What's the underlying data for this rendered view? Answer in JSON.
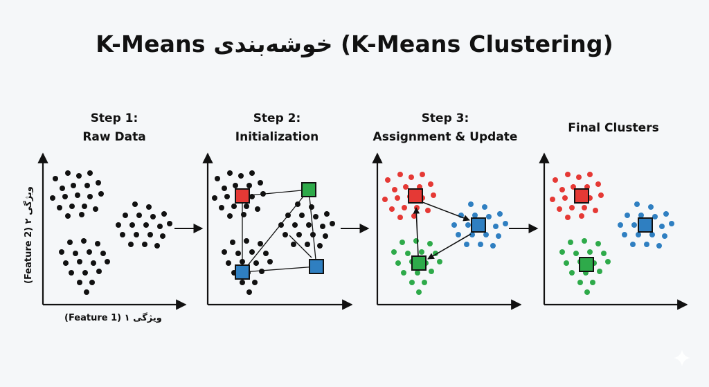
{
  "title": "K-Means خوشه‌بندی (K-Means Clustering)",
  "steps": [
    {
      "line1": "Step 1:",
      "line2": "Raw Data"
    },
    {
      "line1": "Step 2:",
      "line2": "Initialization"
    },
    {
      "line1": "Step 3:",
      "line2": "Assignment & Update"
    },
    {
      "line1": "Final Clusters",
      "line2": ""
    }
  ],
  "axes": {
    "x_label": "(Feature 1) ویژگی ۱",
    "y_label": "(Feature 2) ویژگی ۲"
  },
  "colors": {
    "point": "#111111",
    "red": "#e53935",
    "green": "#2eaa4a",
    "blue": "#2f7fc1",
    "axis": "#111111"
  }
}
